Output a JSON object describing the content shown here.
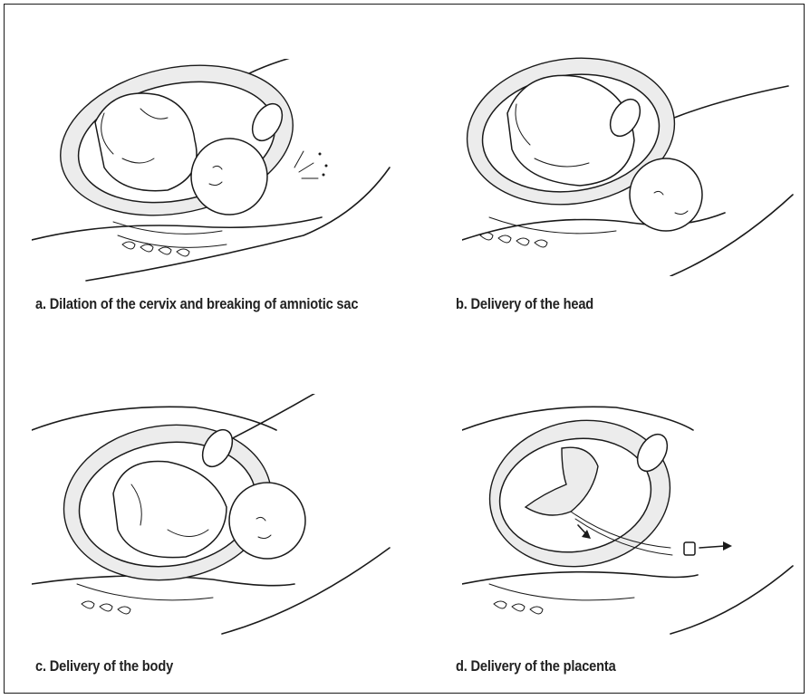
{
  "figure": {
    "panels": [
      {
        "id": "a",
        "caption": "a. Dilation of the cervix and breaking of amniotic sac"
      },
      {
        "id": "b",
        "caption": "b. Delivery of the head"
      },
      {
        "id": "c",
        "caption": "c. Delivery of the body"
      },
      {
        "id": "d",
        "caption": "d. Delivery of the placenta"
      }
    ]
  }
}
